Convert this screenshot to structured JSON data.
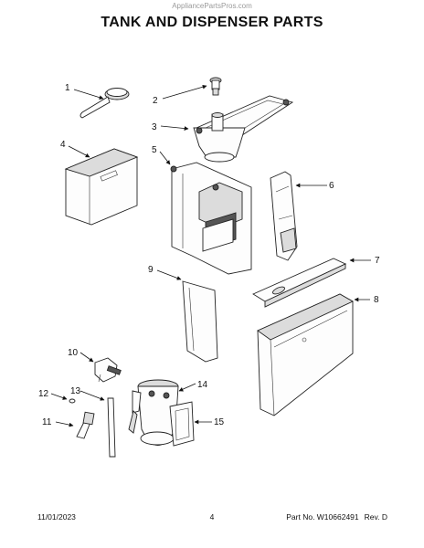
{
  "watermark": "AppliancePartsPros.com",
  "title": "TANK AND DISPENSER PARTS",
  "callouts": [
    "1",
    "2",
    "3",
    "4",
    "5",
    "6",
    "7",
    "8",
    "9",
    "10",
    "11",
    "12",
    "13",
    "14",
    "15"
  ],
  "footer": {
    "date": "11/01/2023",
    "page": "4",
    "part_no": "Part No. W10662491",
    "rev": "Rev. D"
  }
}
